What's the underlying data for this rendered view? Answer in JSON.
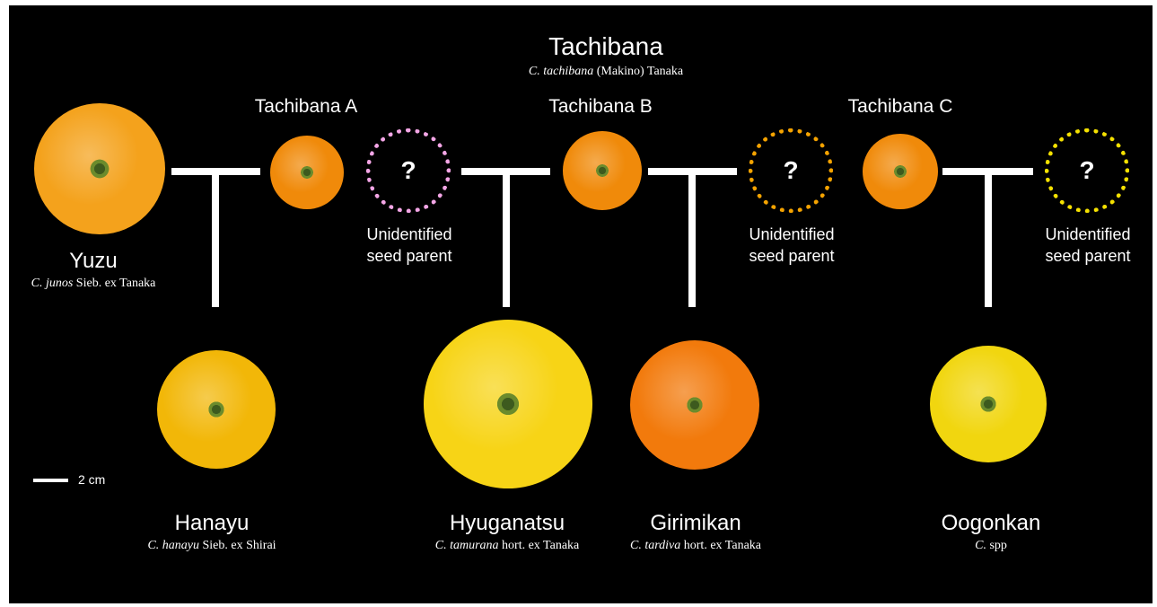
{
  "header": {
    "title": "Tachibana",
    "sci_italic": "C. tachibana",
    "sci_rest": " (Makino) Tanaka"
  },
  "parents": {
    "a": "Tachibana A",
    "b": "Tachibana B",
    "c": "Tachibana C"
  },
  "yuzu": {
    "name": "Yuzu",
    "sci_italic": "C. junos",
    "sci_rest": " Sieb. ex Tanaka"
  },
  "unknown": {
    "mark": "?",
    "line1": "Unidentified",
    "line2": "seed parent",
    "colors": [
      "#f4a6e6",
      "#f5a300",
      "#f5e100"
    ]
  },
  "offspring": [
    {
      "name": "Hanayu",
      "sci_italic": "C. hanayu",
      "sci_rest": " Sieb. ex Shirai"
    },
    {
      "name": "Hyuganatsu",
      "sci_italic": "C. tamurana",
      "sci_rest": " hort. ex Tanaka"
    },
    {
      "name": "Girimikan",
      "sci_italic": "C. tardiva",
      "sci_rest": " hort. ex Tanaka"
    },
    {
      "name": "Oogonkan",
      "sci_italic": "C.",
      "sci_rest": " spp"
    }
  ],
  "scale": {
    "label": "2 cm"
  },
  "fruit_colors": {
    "yuzu": "#f4a21c",
    "tachibana": "#f08a0a",
    "hanayu": "#f2b708",
    "hyuganatsu": "#f7d416",
    "girimikan": "#f27a0c",
    "oogonkan": "#f1d60f"
  }
}
